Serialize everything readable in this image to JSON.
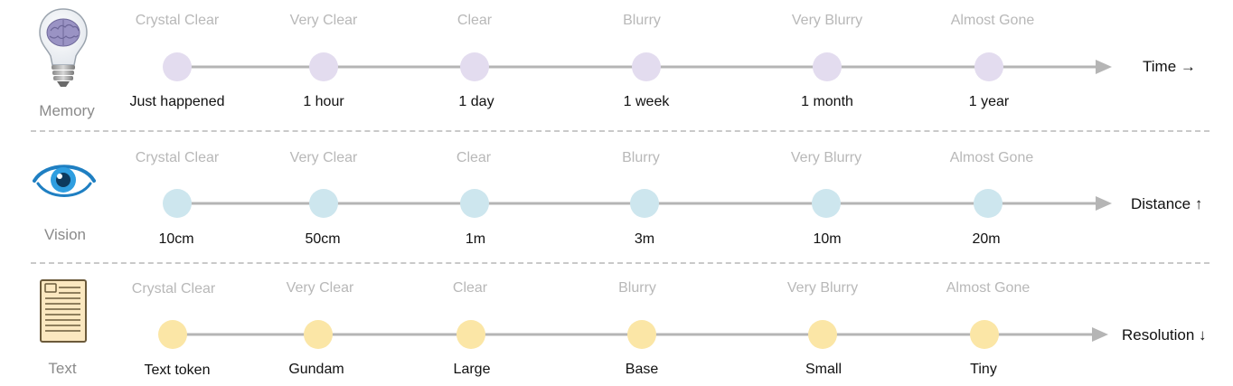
{
  "rows": [
    {
      "category": "Memory",
      "icon": "lightbulb-brain-icon",
      "axis_title": "Time →",
      "dot_color": "#e3dcef",
      "clarity": [
        "Crystal Clear",
        "Very Clear",
        "Clear",
        "Blurry",
        "Very Blurry",
        "Almost Gone"
      ],
      "ticks": [
        "Just happened",
        "1 hour",
        "1 day",
        "1 week",
        "1 month",
        "1 year"
      ]
    },
    {
      "category": "Vision",
      "icon": "eye-icon",
      "axis_title": "Distance ↑",
      "dot_color": "#cde6ee",
      "clarity": [
        "Crystal Clear",
        "Very Clear",
        "Clear",
        "Blurry",
        "Very Blurry",
        "Almost Gone"
      ],
      "ticks": [
        "10cm",
        "50cm",
        "1m",
        "3m",
        "10m",
        "20m"
      ]
    },
    {
      "category": "Text",
      "icon": "document-icon",
      "axis_title": "Resolution ↓",
      "dot_color": "#fbe6a6",
      "clarity": [
        "Crystal Clear",
        "Very Clear",
        "Clear",
        "Blurry",
        "Very Blurry",
        "Almost Gone"
      ],
      "ticks": [
        "Text token",
        "Gundam",
        "Large",
        "Base",
        "Small",
        "Tiny"
      ]
    }
  ]
}
